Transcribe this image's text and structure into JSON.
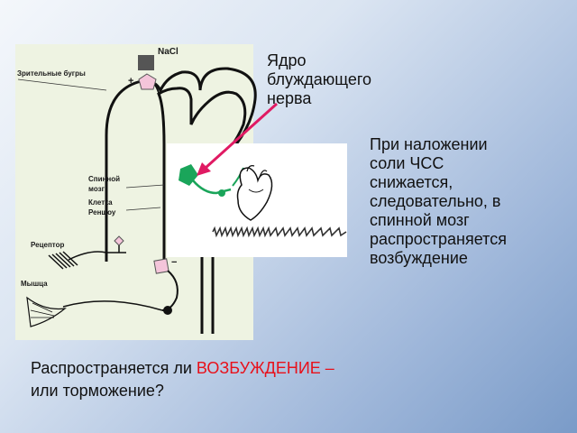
{
  "diagram": {
    "nacl": "NaCl",
    "plus": "+",
    "minus": "−",
    "labels": {
      "thalamus": "Зрительные бугры",
      "spinal_cord_1": "Спинной",
      "spinal_cord_2": "мозг",
      "renshaw_1": "Клетка",
      "renshaw_2": "Реншоу",
      "receptor": "Рецептор",
      "muscle": "Мышца"
    }
  },
  "callouts": {
    "nucleus_label": [
      "Ядро",
      "блуждающего",
      "нерва"
    ],
    "explanation": [
      "При наложении",
      "соли ЧСС",
      "снижается,",
      "следовательно, в",
      "спинной мозг",
      "распространяется",
      "возбуждение"
    ]
  },
  "question": {
    "part1": "Распространяется ли ",
    "highlight": "ВОЗБУЖДЕНИЕ –",
    "part2": "или торможение?"
  },
  "colors": {
    "panel_bg": "#eef3e2",
    "arrow": "#e01a63",
    "neuron_green": "#1aa55a",
    "neuron_pink": "#f4c5da"
  }
}
